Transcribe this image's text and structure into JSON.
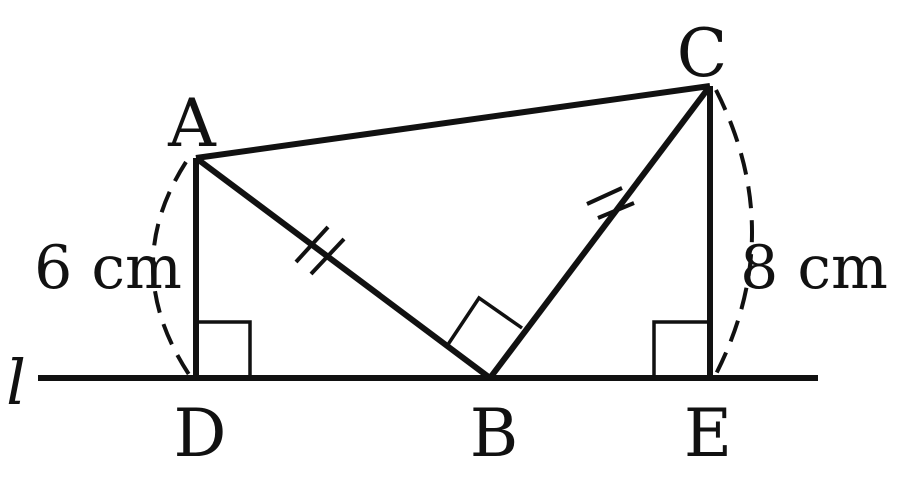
{
  "diagram": {
    "points": {
      "A": "A",
      "B": "B",
      "C": "C",
      "D": "D",
      "E": "E"
    },
    "line_label": "l",
    "measure_left": "6 cm",
    "measure_right": "8 cm",
    "colors": {
      "stroke": "#111111",
      "background": "#ffffff"
    }
  }
}
